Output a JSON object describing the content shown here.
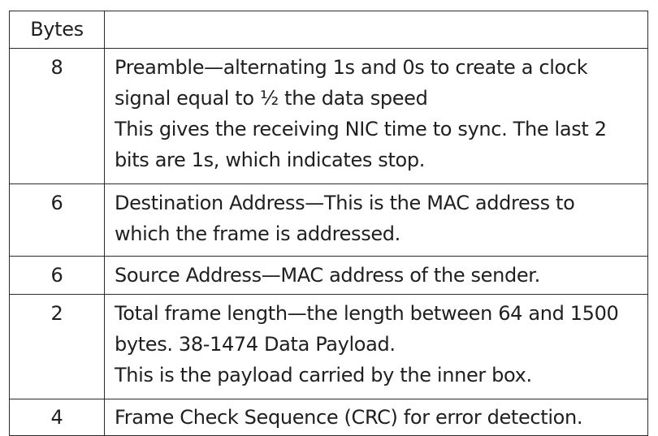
{
  "table": {
    "header": {
      "bytes": "Bytes",
      "description": ""
    },
    "rows": [
      {
        "bytes": "8",
        "lines": [
          "Preamble—alternating 1s and 0s to create a clock",
          "signal equal to ½ the data speed",
          "This gives the receiving NIC time to sync. The last 2",
          "bits are 1s, which indicates stop."
        ]
      },
      {
        "bytes": "6",
        "lines": [
          "Destination Address—This is the MAC address to",
          "which the frame is addressed."
        ]
      },
      {
        "bytes": "6",
        "lines": [
          "Source Address—MAC address of the sender."
        ]
      },
      {
        "bytes": "2",
        "lines": [
          "Total frame length—the length between 64 and 1500",
          "bytes. 38-1474 Data Payload.",
          "This is the payload carried by the inner box."
        ]
      },
      {
        "bytes": "4",
        "lines": [
          "Frame Check Sequence (CRC) for error detection."
        ]
      }
    ]
  }
}
